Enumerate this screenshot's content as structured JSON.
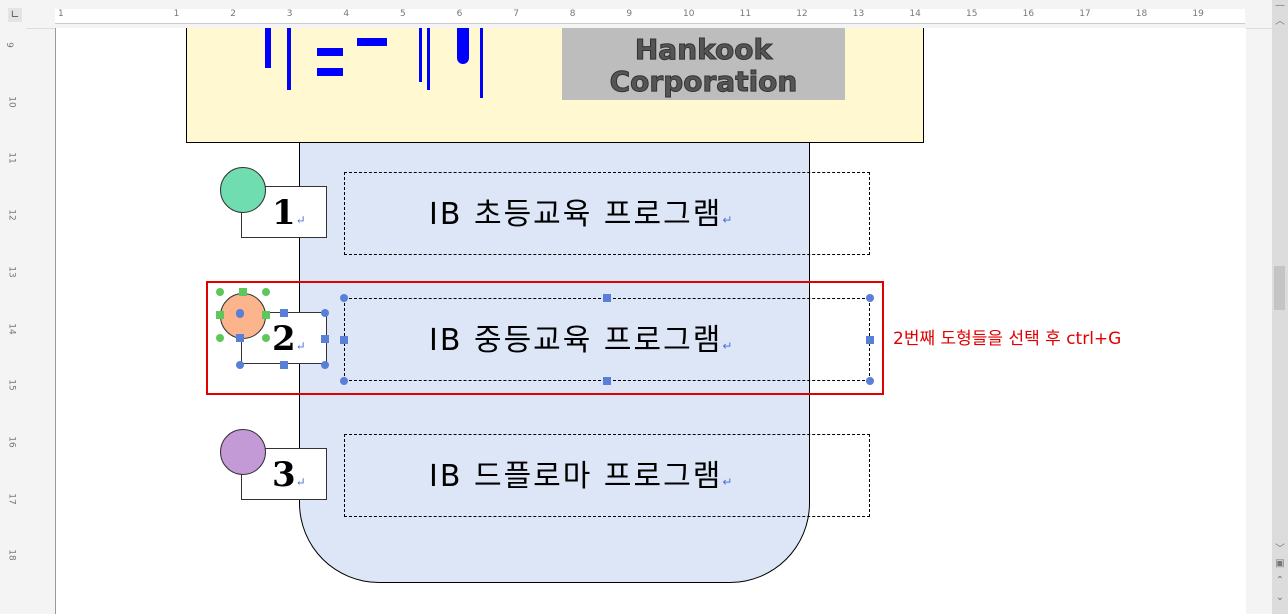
{
  "ruler": {
    "top_labels": [
      "1",
      "1",
      "2",
      "3",
      "4",
      "5",
      "6",
      "7",
      "8",
      "9",
      "10",
      "11",
      "12",
      "13",
      "14",
      "15",
      "16",
      "17",
      "18",
      "19"
    ],
    "left_labels": [
      "9",
      "10",
      "11",
      "12",
      "13",
      "14",
      "15",
      "16",
      "17",
      "18"
    ]
  },
  "header": {
    "logo_text": "Hankook Corporation"
  },
  "items": [
    {
      "number": "1",
      "label": "IB 초등교육 프로그램",
      "circle_color": "#6fddb0"
    },
    {
      "number": "2",
      "label": "IB 중등교육 프로그램",
      "circle_color": "#fcb48c"
    },
    {
      "number": "3",
      "label": "IB 드플로마 프로그램",
      "circle_color": "#c49ad6"
    }
  ],
  "annotation": {
    "text": "2번째 도형들을 선택 후 ctrl+G",
    "color": "#e00000"
  },
  "paragraph_mark": "↵"
}
